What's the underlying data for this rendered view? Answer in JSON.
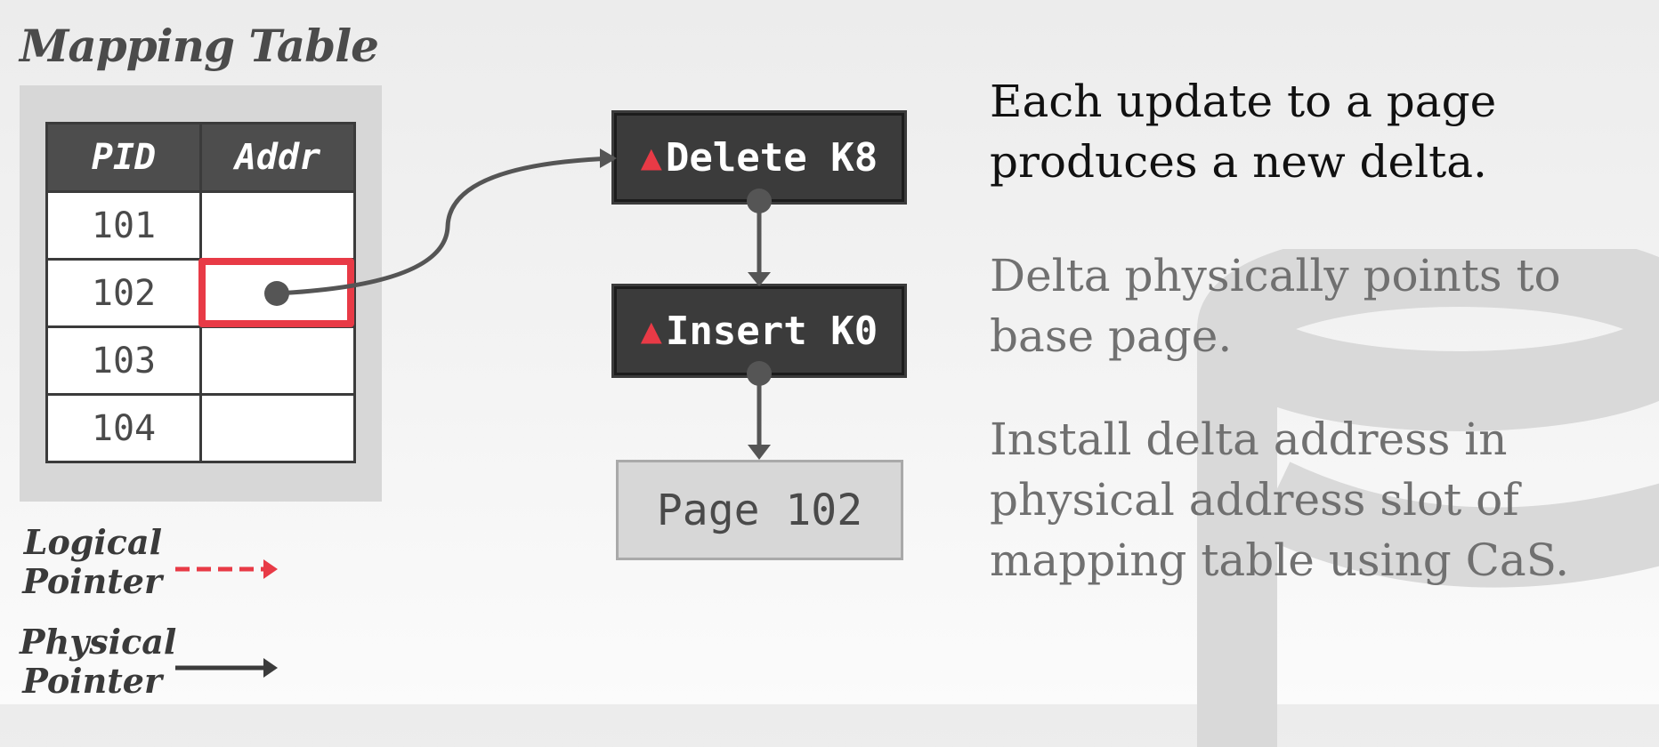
{
  "mapping_table": {
    "title": "Mapping Table",
    "headers": [
      "PID",
      "Addr"
    ],
    "rows": [
      {
        "pid": "101",
        "addr": ""
      },
      {
        "pid": "102",
        "addr": ""
      },
      {
        "pid": "103",
        "addr": ""
      },
      {
        "pid": "104",
        "addr": ""
      }
    ]
  },
  "chain": {
    "delete_node": {
      "marker": "▲",
      "label": "Delete K8"
    },
    "insert_node": {
      "marker": "▲",
      "label": "Insert K0"
    },
    "base_page": {
      "label": "Page 102"
    }
  },
  "legend": {
    "logical": {
      "label": "Logical Pointer",
      "color": "#e83a46",
      "style": "dashed"
    },
    "physical": {
      "label": "Physical Pointer",
      "color": "#3b3b3b",
      "style": "solid"
    }
  },
  "text": {
    "headline": "Each update to a page produces a new delta.",
    "point_1": "Delta physically points to base page.",
    "point_2": "Install delta address in physical address slot of mapping table using CaS."
  },
  "colors": {
    "accent": "#e83a46",
    "dark": "#3b3b3b",
    "panel": "#d7d7d7"
  }
}
